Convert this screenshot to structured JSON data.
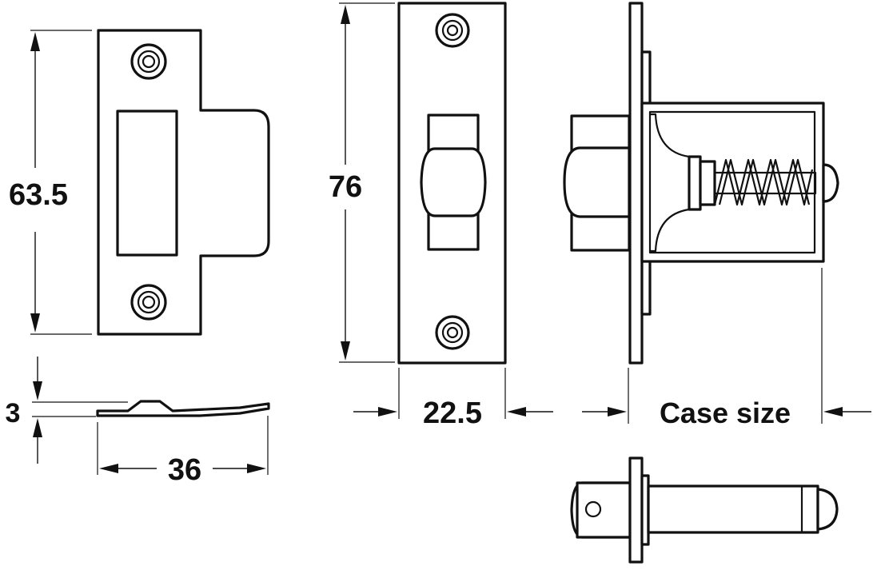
{
  "dimensions": {
    "strike_height": "63.5",
    "strike_thickness": "3",
    "strike_width": "36",
    "faceplate_height": "76",
    "faceplate_width": "22.5",
    "case_size": "Case size"
  },
  "colors": {
    "line": "#111111",
    "background": "#ffffff"
  }
}
